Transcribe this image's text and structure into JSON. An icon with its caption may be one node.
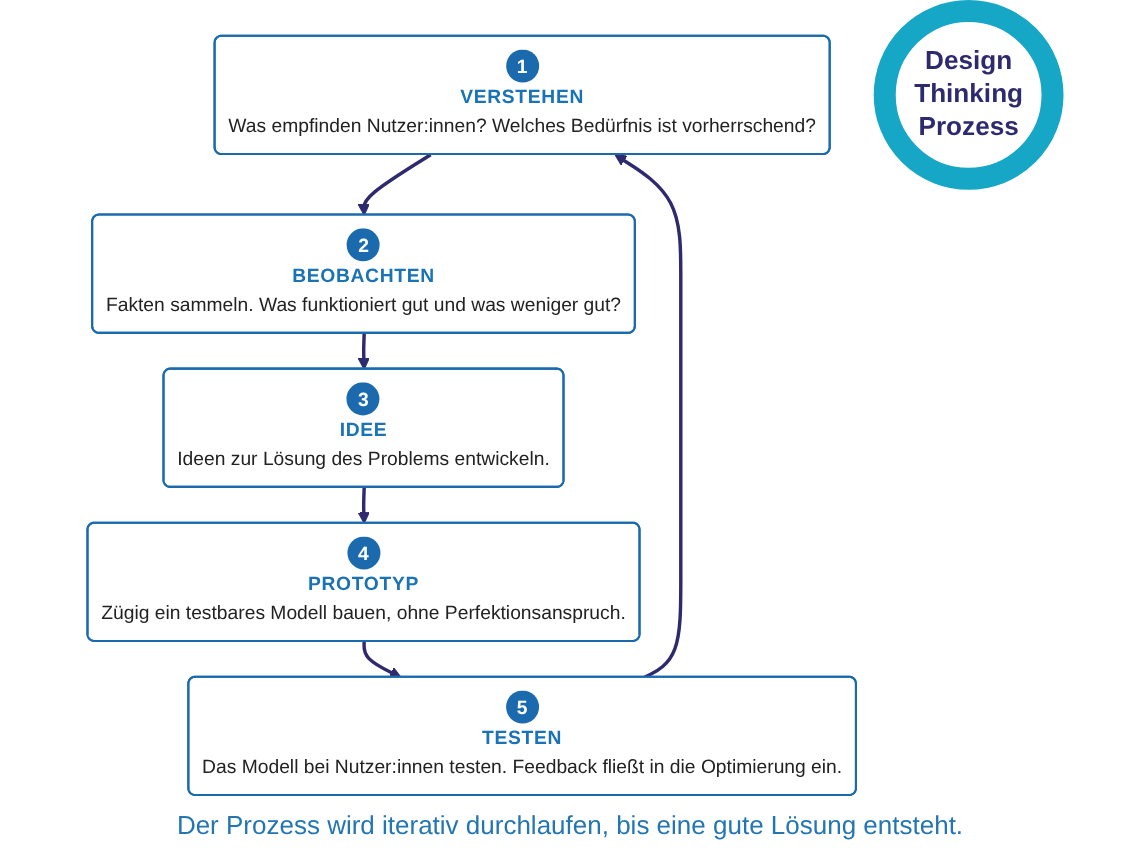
{
  "diagram": {
    "nodes": [
      {
        "text": [
          "1",
          "VERSTEHEN",
          "Was empfinden Nutzer:innen? Welches Bedürfnis ist vorherrschend?"
        ]
      },
      {
        "text": [
          "2",
          "BEOBACHTEN",
          "Fakten sammeln. Was funktioniert gut und was weniger gut?"
        ]
      },
      {
        "text": [
          "3",
          "IDEE",
          "Ideen zur Lösung des Problems entwickeln."
        ]
      },
      {
        "text": [
          "4",
          "PROTOTYP",
          "Zügig ein testbares Modell bauen, ohne Perfektionsanspruch."
        ]
      },
      {
        "text": [
          "5",
          "TESTEN",
          "Das Modell bei Nutzer:innen testen. Feedback fließt in die Optimierung ein."
        ]
      },
      {
        "text": [
          "Design Thinking Prozess"
        ]
      }
    ],
    "edges": [
      {
        "from": 0,
        "to": 1,
        "arrow": "to"
      },
      {
        "from": 1,
        "to": 2,
        "arrow": "to"
      },
      {
        "from": 2,
        "to": 3,
        "arrow": "to"
      },
      {
        "from": 3,
        "to": 4,
        "arrow": "to"
      },
      {
        "from": 4,
        "to": 0,
        "arrow": "to"
      }
    ],
    "caption": "Der Prozess wird iterativ durchlaufen, bis eine gute Lösung entsteht."
  }
}
